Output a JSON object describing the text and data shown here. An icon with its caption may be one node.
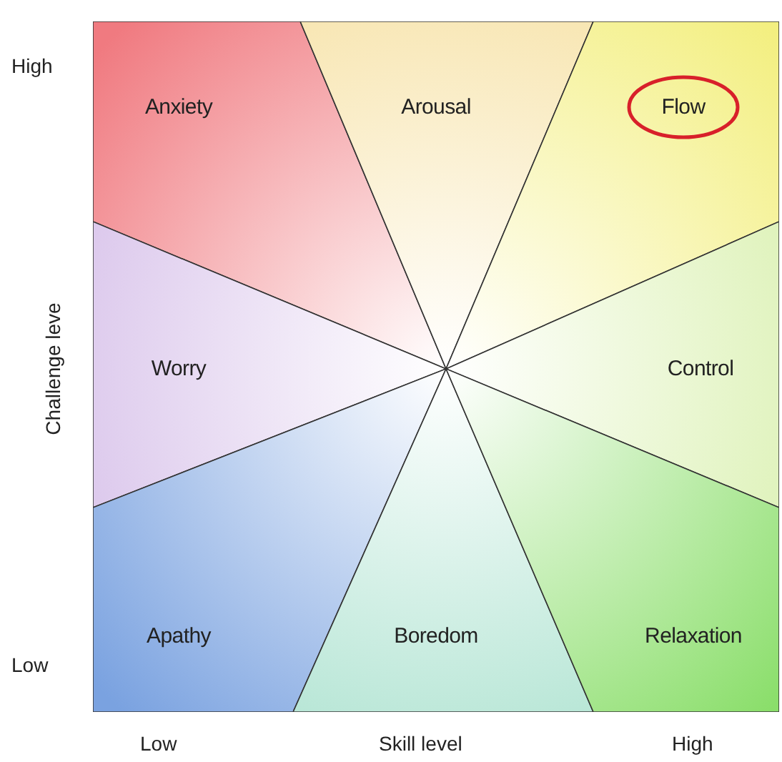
{
  "diagram": {
    "nodes": [
      {
        "text": [
          "Anxiety"
        ]
      },
      {
        "text": [
          "Arousal"
        ]
      },
      {
        "text": [
          "Flow"
        ]
      },
      {
        "text": [
          "Worry"
        ]
      },
      {
        "text": [
          "Control"
        ]
      },
      {
        "text": [
          "Apathy"
        ]
      },
      {
        "text": [
          "Boredom"
        ]
      },
      {
        "text": [
          "Relaxation"
        ]
      }
    ],
    "labels": [
      "High",
      "Challenge leve",
      "Low",
      "Low",
      "Skill level",
      "High"
    ]
  }
}
